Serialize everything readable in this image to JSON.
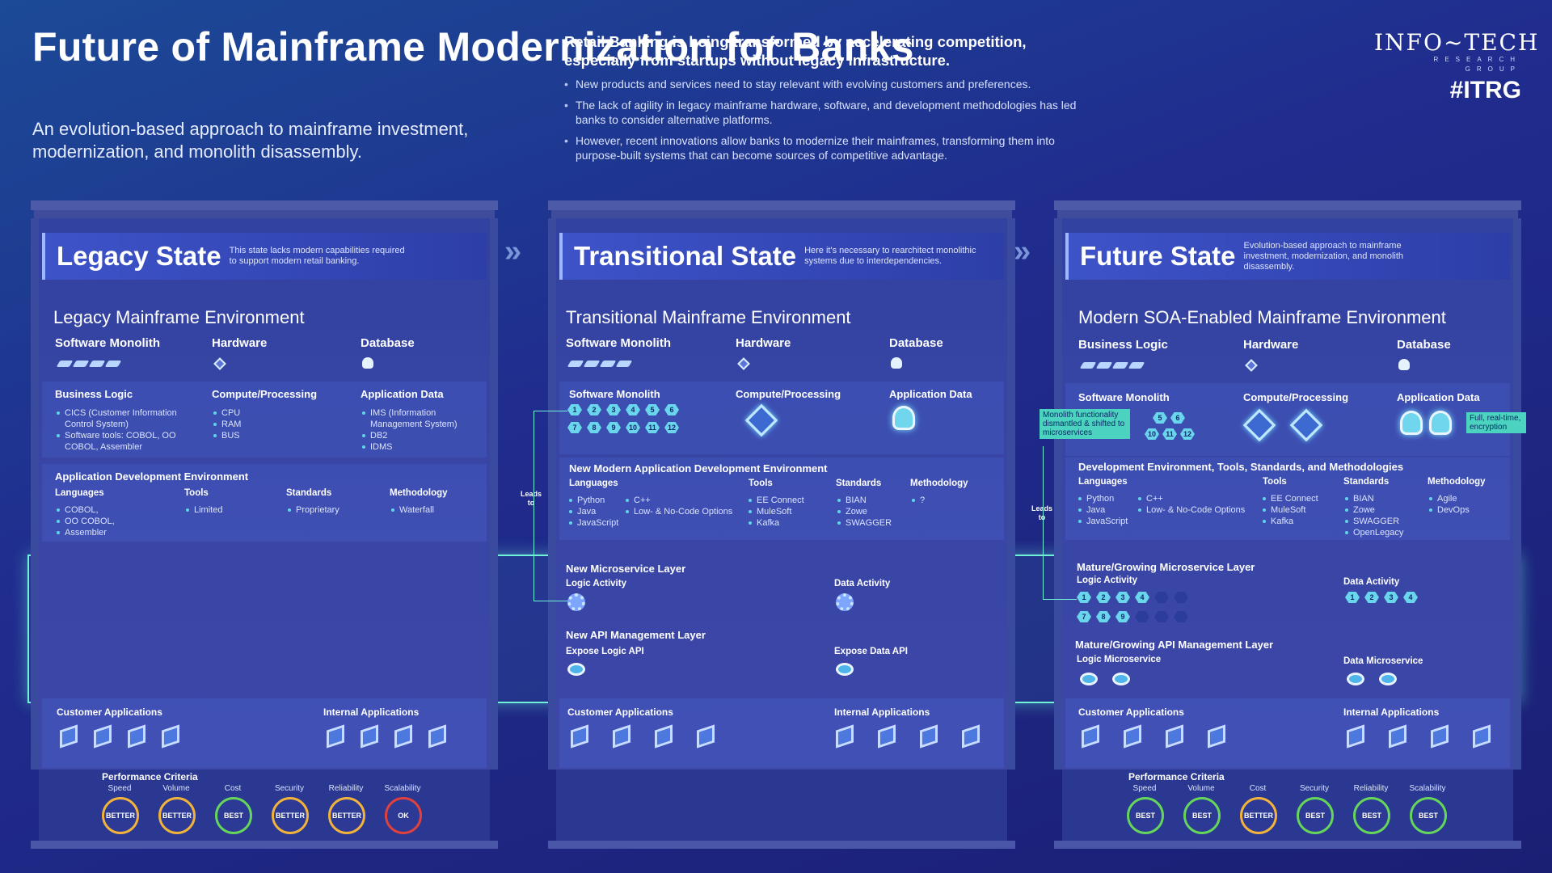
{
  "title": "Future of Mainframe Modernization for Banks",
  "subtitle": "An evolution-based approach to mainframe investment, modernization, and monolith disassembly.",
  "intro": {
    "heading": "Retail Banking is being transformed by accelerating competition, especially from startups without legacy infrastructure.",
    "bullets": [
      "New products and services need to stay relevant with evolving customers and preferences.",
      "The lack of agility in legacy mainframe hardware, software, and development methodologies has led banks to consider alternative platforms.",
      "However, recent innovations allow banks to modernize their mainframes, transforming them into purpose-built systems that can become sources of competitive advantage."
    ]
  },
  "logo": {
    "name": "INFO~TECH",
    "tagline": "RESEARCH GROUP",
    "mark": "#ITRG"
  },
  "arrow_glyph": "»",
  "leads_to": "Leads to",
  "legacy": {
    "title": "Legacy State",
    "desc": "This state lacks modern capabilities required to support modern retail banking.",
    "env": "Legacy Mainframe Environment",
    "cols": [
      "Software Monolith",
      "Hardware",
      "Database"
    ],
    "sub_cols": [
      "Business Logic",
      "Compute/Processing",
      "Application Data"
    ],
    "business_logic": [
      "CICS (Customer Information Control System)",
      "Software tools: COBOL, OO COBOL, Assembler"
    ],
    "compute": [
      "CPU",
      "RAM",
      "BUS"
    ],
    "app_data": [
      "IMS (Information Management System)",
      "DB2",
      "IDMS"
    ],
    "dev_env": "Application Development Environment",
    "dev_heads": [
      "Languages",
      "Tools",
      "Standards",
      "Methodology"
    ],
    "languages": [
      "COBOL,",
      "OO COBOL,",
      "Assembler"
    ],
    "tools": [
      "Limited"
    ],
    "standards": [
      "Proprietary"
    ],
    "methodology": [
      "Waterfall"
    ],
    "customer_apps": "Customer Applications",
    "internal_apps": "Internal Applications",
    "perf_title": "Performance Criteria",
    "perf": [
      {
        "label": "Speed",
        "value": "BETTER",
        "color": "#f2b33a"
      },
      {
        "label": "Volume",
        "value": "BETTER",
        "color": "#f2b33a"
      },
      {
        "label": "Cost",
        "value": "BEST",
        "color": "#66d65a"
      },
      {
        "label": "Security",
        "value": "BETTER",
        "color": "#f2b33a"
      },
      {
        "label": "Reliability",
        "value": "BETTER",
        "color": "#f2b33a"
      },
      {
        "label": "Scalability",
        "value": "OK",
        "color": "#e0413c"
      }
    ]
  },
  "transitional": {
    "title": "Transitional State",
    "desc": "Here it's necessary to rearchitect monolithic systems due to interdependencies.",
    "env": "Transitional Mainframe Environment",
    "cols": [
      "Software Monolith",
      "Hardware",
      "Database"
    ],
    "sub_cols": [
      "Software Monolith",
      "Compute/Processing",
      "Application Data"
    ],
    "chips_row1": [
      "1",
      "2",
      "3",
      "4",
      "5",
      "6"
    ],
    "chips_row2": [
      "7",
      "8",
      "9",
      "10",
      "11",
      "12"
    ],
    "dev_env": "New Modern Application Development Environment",
    "dev_heads": [
      "Languages",
      "Tools",
      "Standards",
      "Methodology"
    ],
    "languages_a": [
      "Python",
      "Java",
      "JavaScript"
    ],
    "languages_b": [
      "C++",
      "Low- & No-Code Options"
    ],
    "tools": [
      "EE Connect",
      "MuleSoft",
      "Kafka"
    ],
    "standards": [
      "BIAN",
      "Zowe",
      "SWAGGER"
    ],
    "methodology": [
      "?"
    ],
    "micro_title": "New Microservice Layer",
    "logic_activity": "Logic Activity",
    "data_activity": "Data Activity",
    "api_title": "New API Management Layer",
    "expose_logic": "Expose Logic API",
    "expose_data": "Expose Data API",
    "customer_apps": "Customer Applications",
    "internal_apps": "Internal Applications"
  },
  "future": {
    "title": "Future State",
    "desc": "Evolution-based approach to mainframe investment, modernization, and monolith disassembly.",
    "env": "Modern SOA-Enabled Mainframe Environment",
    "cols": [
      "Business Logic",
      "Hardware",
      "Database"
    ],
    "sub_cols": [
      "Software Monolith",
      "Compute/Processing",
      "Application Data"
    ],
    "monolith_note": "Monolith functionality dismantled & shifted to microservices",
    "chips_top": [
      "5",
      "6"
    ],
    "chips_bottom": [
      "10",
      "11",
      "12"
    ],
    "encryption_note": "Full, real-time, encryption",
    "dev_env": "Development Environment, Tools, Standards, and Methodologies",
    "dev_heads": [
      "Languages",
      "Tools",
      "Standards",
      "Methodology"
    ],
    "languages_a": [
      "Python",
      "Java",
      "JavaScript"
    ],
    "languages_b": [
      "C++",
      "Low- & No-Code Options"
    ],
    "tools": [
      "EE Connect",
      "MuleSoft",
      "Kafka"
    ],
    "standards": [
      "BIAN",
      "Zowe",
      "SWAGGER",
      "OpenLegacy"
    ],
    "methodology": [
      "Agile",
      "DevOps"
    ],
    "micro_title": "Mature/Growing Microservice Layer",
    "logic_activity": "Logic Activity",
    "data_activity": "Data Activity",
    "logic_chips_row1": [
      "1",
      "2",
      "3",
      "4"
    ],
    "logic_chips_row2": [
      "7",
      "8",
      "9"
    ],
    "data_chips": [
      "1",
      "2",
      "3",
      "4"
    ],
    "api_title": "Mature/Growing API Management Layer",
    "logic_micro": "Logic Microservice",
    "data_micro": "Data Microservice",
    "customer_apps": "Customer Applications",
    "internal_apps": "Internal Applications",
    "perf_title": "Performance Criteria",
    "perf": [
      {
        "label": "Speed",
        "value": "BEST",
        "color": "#66d65a"
      },
      {
        "label": "Volume",
        "value": "BEST",
        "color": "#66d65a"
      },
      {
        "label": "Cost",
        "value": "BETTER",
        "color": "#f2b33a"
      },
      {
        "label": "Security",
        "value": "BEST",
        "color": "#66d65a"
      },
      {
        "label": "Reliability",
        "value": "BEST",
        "color": "#66d65a"
      },
      {
        "label": "Scalability",
        "value": "BEST",
        "color": "#66d65a"
      }
    ]
  }
}
